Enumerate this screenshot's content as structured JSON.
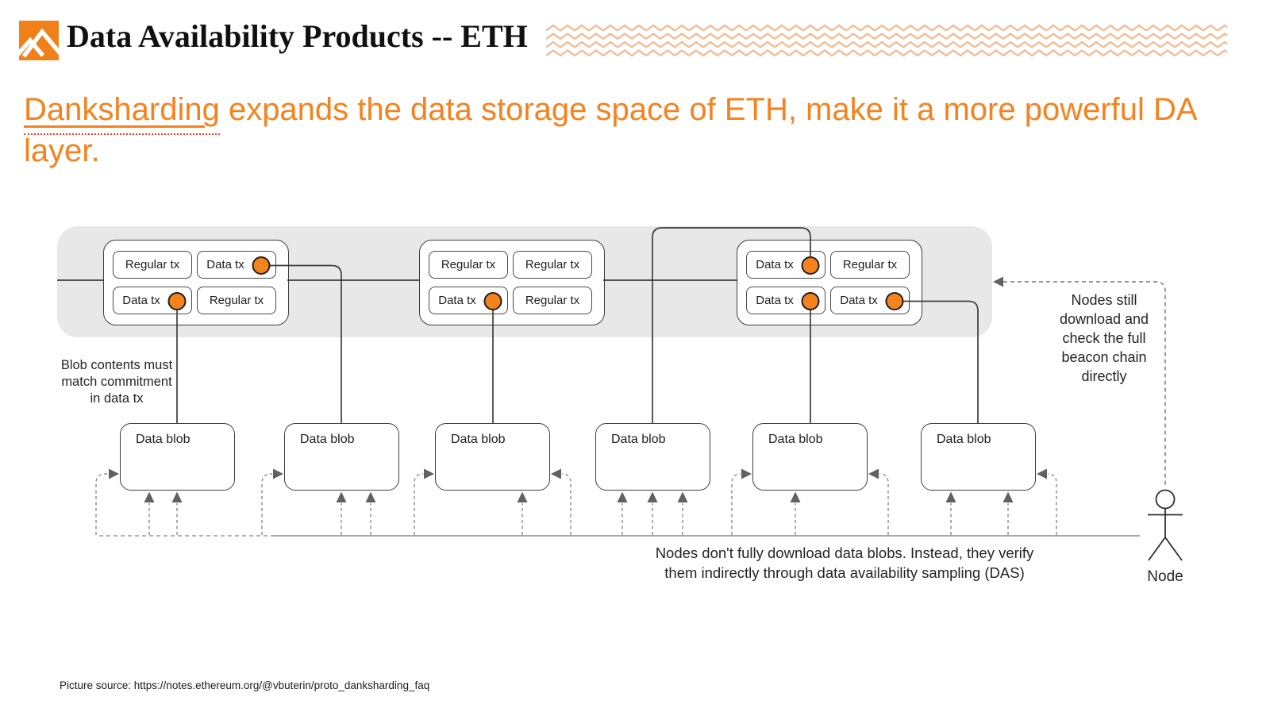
{
  "header": {
    "title": "Data Availability Products -- ETH",
    "logo_icon": "mountain-logo-icon",
    "accent_color": "#F0811A",
    "pattern_color": "#f3b78e"
  },
  "subtitle": {
    "highlight": "Danksharding",
    "rest": " expands the data storage space of ETH, make it a more powerful DA layer.",
    "color": "#F5821E"
  },
  "diagram": {
    "beacon_blocks": [
      {
        "cells": [
          {
            "label": "Regular tx",
            "is_data_tx": false
          },
          {
            "label": "Data tx",
            "is_data_tx": true
          },
          {
            "label": "Data tx",
            "is_data_tx": true
          },
          {
            "label": "Regular tx",
            "is_data_tx": false
          }
        ]
      },
      {
        "cells": [
          {
            "label": "Regular tx",
            "is_data_tx": false
          },
          {
            "label": "Regular tx",
            "is_data_tx": false
          },
          {
            "label": "Data tx",
            "is_data_tx": true
          },
          {
            "label": "Regular tx",
            "is_data_tx": false
          }
        ]
      },
      {
        "cells": [
          {
            "label": "Data tx",
            "is_data_tx": true
          },
          {
            "label": "Regular tx",
            "is_data_tx": false
          },
          {
            "label": "Data tx",
            "is_data_tx": true
          },
          {
            "label": "Data tx",
            "is_data_tx": true
          }
        ]
      }
    ],
    "blobs": [
      {
        "label": "Data blob"
      },
      {
        "label": "Data blob"
      },
      {
        "label": "Data blob"
      },
      {
        "label": "Data blob"
      },
      {
        "label": "Data blob"
      },
      {
        "label": "Data blob"
      }
    ],
    "annotations": {
      "blob_note": "Blob contents must\nmatch commitment\nin data tx",
      "beacon_note": "Nodes still\ndownload and\ncheck the full\nbeacon chain\ndirectly",
      "das_note": "Nodes don't fully download data blobs. Instead, they verify\nthem indirectly through data availability sampling (DAS)",
      "node_label": "Node"
    },
    "data_tx_dot_color": "#F5831D"
  },
  "footer": {
    "source": "Picture source: https://notes.ethereum.org/@vbuterin/proto_danksharding_faq"
  }
}
